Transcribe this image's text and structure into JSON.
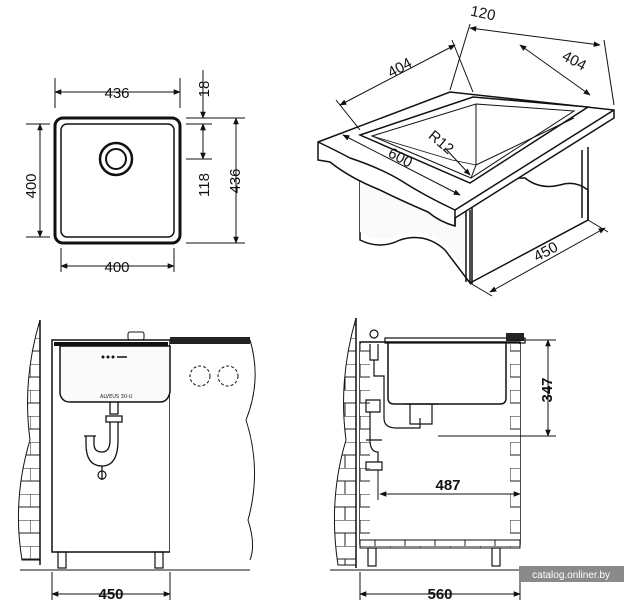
{
  "top_view": {
    "width_outer": "436",
    "width_inner": "400",
    "height_inner": "400",
    "height_outer": "436",
    "rim_top": "18",
    "drain_offset": "118"
  },
  "iso_view": {
    "depth_right": "120",
    "bowl_width": "404",
    "bowl_length": "404",
    "radius": "R12",
    "cabinet_width": "600",
    "cabinet_depth": "450"
  },
  "front_view": {
    "cabinet_width": "450",
    "panel_brand": "ALVEUS  30-U"
  },
  "side_view": {
    "cabinet_width": "560",
    "bowl_depth": "347",
    "drain_distance": "487"
  },
  "watermark": "catalog.onliner.by"
}
